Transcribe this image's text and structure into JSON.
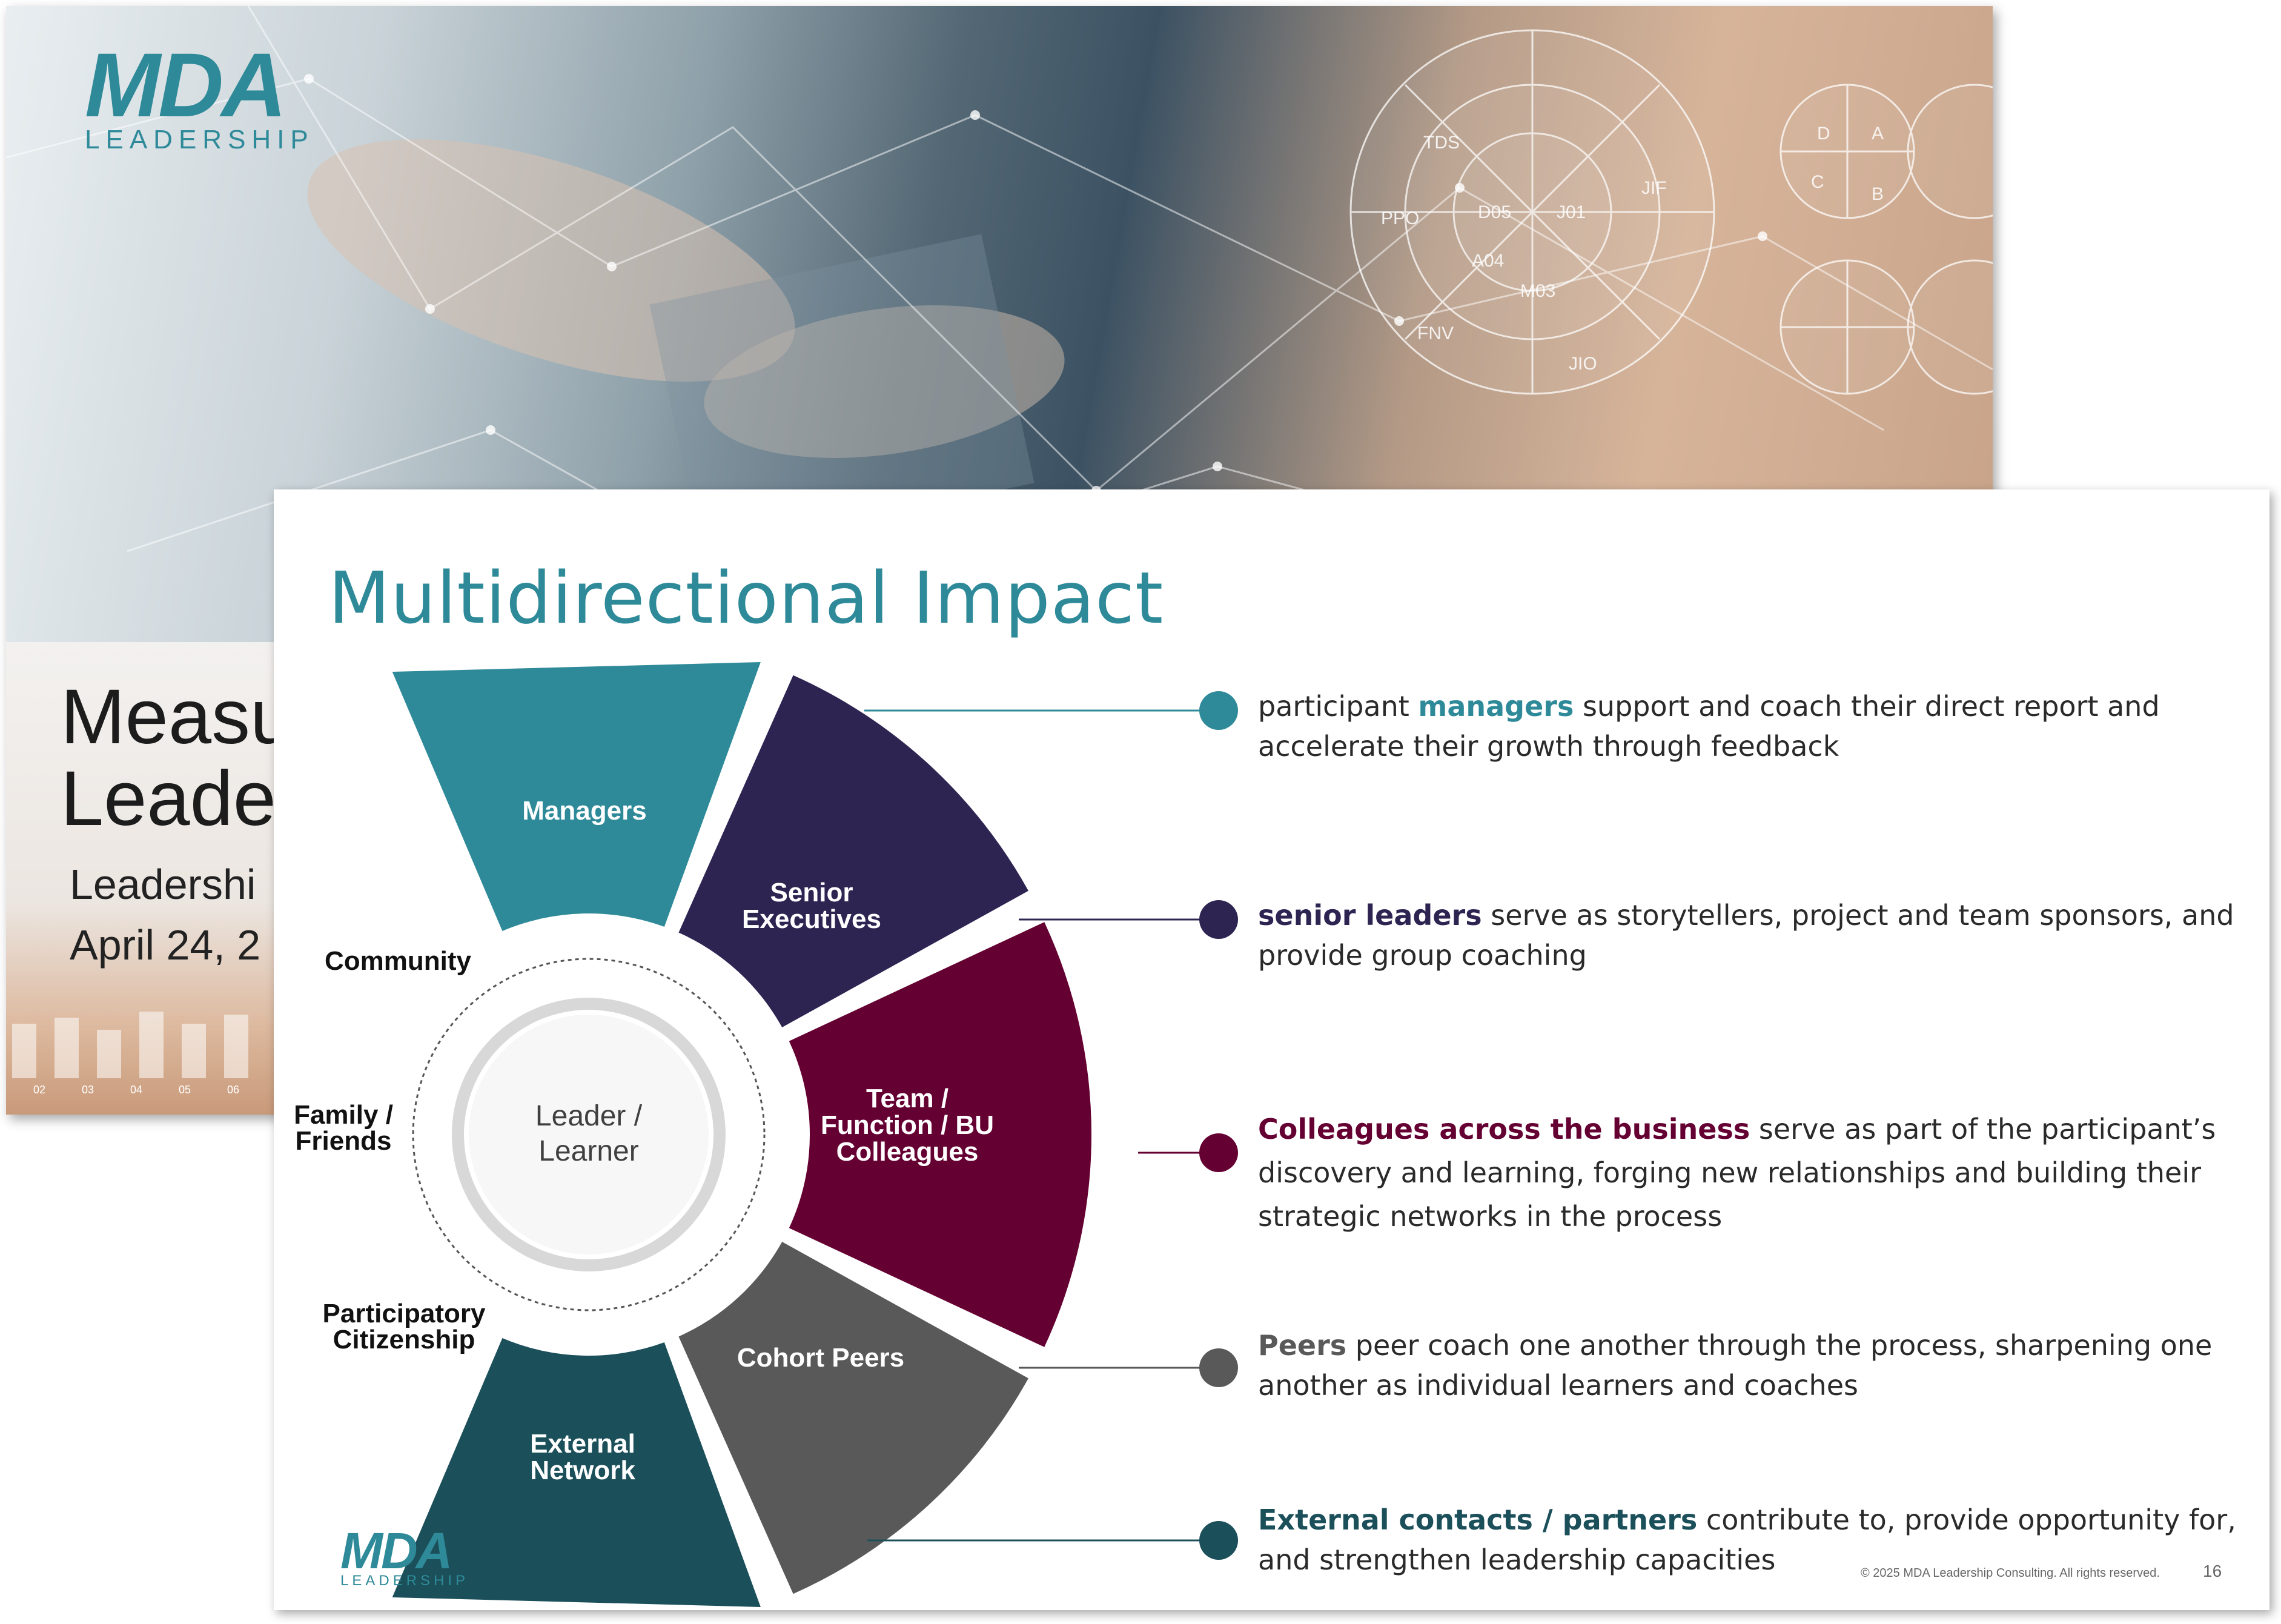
{
  "brand": {
    "logo_text": "MDA",
    "logo_sub": "LEADERSHIP"
  },
  "back_slide": {
    "title_line1": "Measu",
    "title_line2": "Leade",
    "subtitle_line1": "Leadershi",
    "subtitle_line2": "April 24, 2",
    "photo_labels": [
      "TDS",
      "JIF",
      "PPO",
      "D05",
      "J01",
      "A04",
      "M03",
      "FNV",
      "JIO",
      "A",
      "B",
      "C",
      "D"
    ],
    "axis_ticks": [
      "02",
      "03",
      "04",
      "05",
      "06"
    ]
  },
  "front_slide": {
    "title": "Multidirectional Impact",
    "footer": "© 2025 MDA Leadership Consulting. All rights reserved.",
    "page_number": "16",
    "center_label_line1": "Leader /",
    "center_label_line2": "Learner",
    "ring_labels": {
      "community": "Community",
      "family_line1": "Family /",
      "family_line2": "Friends",
      "citizenship_line1": "Participatory",
      "citizenship_line2": "Citizenship"
    },
    "segments": [
      {
        "name": "managers",
        "line1": "Managers",
        "line2": "",
        "line3": "",
        "color": "#2e8a99"
      },
      {
        "name": "senior-executives",
        "line1": "Senior",
        "line2": "Executives",
        "line3": "",
        "color": "#2d2452"
      },
      {
        "name": "team-colleagues",
        "line1": "Team /",
        "line2": "Function / BU",
        "line3": "Colleagues",
        "color": "#650032"
      },
      {
        "name": "cohort-peers",
        "line1": "Cohort Peers",
        "line2": "",
        "line3": "",
        "color": "#595959"
      },
      {
        "name": "external-network",
        "line1": "External",
        "line2": "Network",
        "line3": "",
        "color": "#1b4f5a"
      }
    ],
    "entries": [
      {
        "keyword": "managers",
        "prefix": "participant ",
        "rest": " support and coach their direct report and accelerate their growth through feedback",
        "color": "#2e8a99"
      },
      {
        "keyword": "senior leaders",
        "prefix": "",
        "rest": " serve as storytellers, project and team sponsors, and provide group coaching",
        "color": "#2d2452"
      },
      {
        "keyword": "Colleagues across the business",
        "prefix": "",
        "rest": " serve as part of the participant’s discovery and learning, forging new relationships and building their strategic networks in the process",
        "color": "#650032"
      },
      {
        "keyword": "Peers",
        "prefix": "",
        "rest": " peer coach one another through the process, sharpening one another as individual learners and coaches",
        "color": "#595959"
      },
      {
        "keyword": "External contacts / partners",
        "prefix": "",
        "rest": " contribute to, provide opportunity for, and strengthen leadership capacities",
        "color": "#1b4f5a"
      }
    ]
  }
}
